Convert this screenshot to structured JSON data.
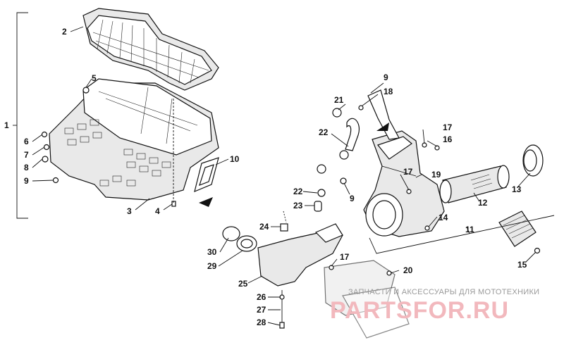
{
  "callouts": {
    "c1": "1",
    "c2": "2",
    "c3": "3",
    "c4": "4",
    "c5": "5",
    "c6": "6",
    "c7": "7",
    "c8": "8",
    "c9a": "9",
    "c9b": "9",
    "c9c": "9",
    "c10": "10",
    "c11": "11",
    "c12": "12",
    "c13": "13",
    "c14": "14",
    "c15": "15",
    "c16": "16",
    "c17a": "17",
    "c17b": "17",
    "c17c": "17",
    "c18": "18",
    "c19": "19",
    "c20": "20",
    "c21": "21",
    "c22a": "22",
    "c22b": "22",
    "c23": "23",
    "c24": "24",
    "c25": "25",
    "c26": "26",
    "c27": "27",
    "c28": "28",
    "c29": "29",
    "c30": "30"
  },
  "watermark": {
    "caption": "ЗАПЧАСТИ И АКСЕССУАРЫ ДЛЯ МОТОТЕХНИКИ",
    "logo": "PARTSFOR.RU"
  },
  "colors": {
    "line": "#111111",
    "watermark_logo": "#f2b8bd",
    "watermark_text": "#9a9a9a"
  }
}
